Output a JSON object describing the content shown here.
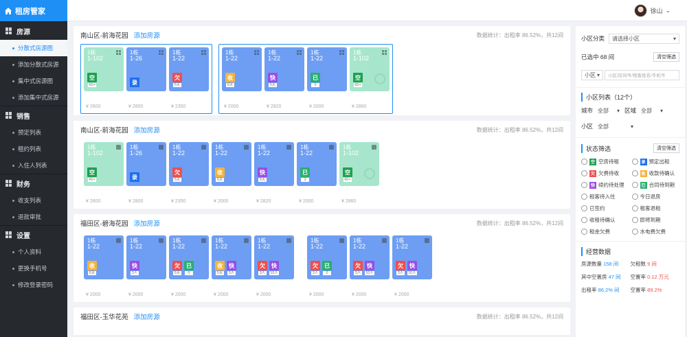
{
  "brand": {
    "title": "租房管家"
  },
  "user": {
    "name": "徐山"
  },
  "sidebar": {
    "groups": [
      {
        "title": "房源",
        "items": [
          "分散式房源图",
          "添加分散式房源",
          "集中式房源图",
          "添加集中式房源"
        ]
      },
      {
        "title": "销售",
        "items": [
          "预定列表",
          "租约列表",
          "入住人列表"
        ]
      },
      {
        "title": "财务",
        "items": [
          "收支列表",
          "退款审批"
        ]
      },
      {
        "title": "设置",
        "items": [
          "个人资料",
          "更换手机号",
          "修改登录密码"
        ]
      }
    ]
  },
  "panels": [
    {
      "title": "南山区-前海花园",
      "link": "添加房源",
      "stats": "数据统计：出租率 86.52%，共12间"
    },
    {
      "title": "南山区-前海花园",
      "link": "添加房源",
      "stats": "数据统计：出租率 86.52%，共12间"
    },
    {
      "title": "福田区-碧海花园",
      "link": "添加房源",
      "stats": "数据统计：出租率 86.52%，共12间"
    },
    {
      "title": "福田区-玉华花苑",
      "link": "添加房源",
      "stats": "数据统计：出租率 86.52%，共12间"
    }
  ],
  "cards": {
    "building": "1栋",
    "room": "1-22",
    "room_a": "1-102",
    "room_b": "1-26",
    "price1": "¥ 2600",
    "price2": "¥ 2800",
    "price3": "¥ 2350",
    "price4": "¥ 2000",
    "price5": "¥ 2820",
    "price6": "¥ 2860",
    "tag_kong": "空",
    "tag_lu": "录",
    "tag_qian": "欠",
    "tag_shou": "收",
    "tag_kuai": "快",
    "tag_yi": "已",
    "sub1": "60+",
    "sub2": "5天",
    "sub3": "6天",
    "sub4": "3天",
    "sub5": "3",
    "sub6": "0",
    "sub7": "3人",
    "sub8": "10人"
  },
  "right": {
    "filter_label": "小区分类",
    "filter_value": "请选择小区",
    "selected": "已选中 68 间",
    "clear": "清空筛选",
    "search_type": "小区",
    "search_placeholder": "小区/房间号/租客姓名/手机号",
    "community_list": "小区列表（12个）",
    "area_label": "城市",
    "area_value": "全部",
    "district_label": "区域",
    "district_value": "全部",
    "community_label": "小区",
    "community_value": "全部",
    "state_title": "状态筛选",
    "state_btn": "清空筛选",
    "filters": [
      "空房待租",
      "预定出租",
      "欠费待收",
      "收款待确认",
      "续约待处理",
      "合同待到期",
      "租客待入住",
      "今日退房",
      "已签约",
      "租客退租",
      "收租待确认",
      "即将到期",
      "租金欠费",
      "水电费欠费"
    ],
    "stats_title": "经营数据",
    "stats": [
      {
        "label": "房源数量",
        "value": "158 间"
      },
      {
        "label": "欠租数",
        "value": "9 间"
      },
      {
        "label": "其中空置房",
        "value": "47 间"
      },
      {
        "label": "空置率",
        "value": "0.12 万元"
      },
      {
        "label": "出租率",
        "value": "86.2% 间"
      },
      {
        "label": "空置率",
        "value": "89.2%"
      }
    ]
  }
}
